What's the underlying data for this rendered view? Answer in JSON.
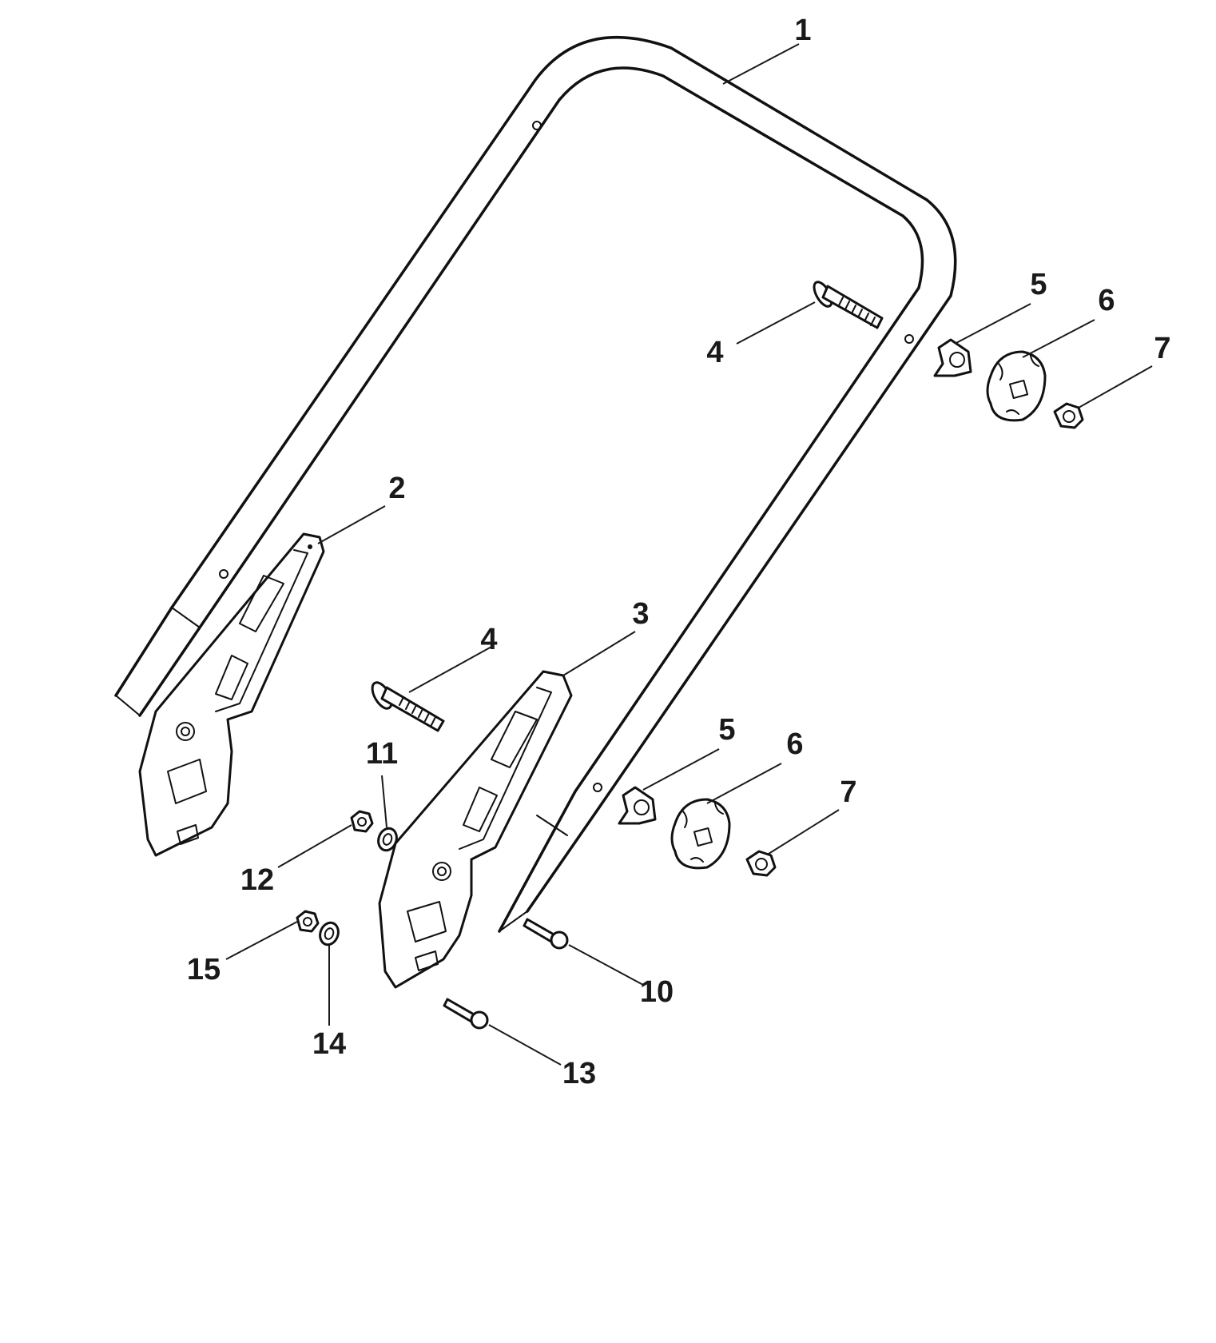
{
  "diagram": {
    "type": "exploded-parts-diagram",
    "accent_color": "#1a1a1a",
    "callouts": [
      {
        "id": "c1",
        "label": "1"
      },
      {
        "id": "c2",
        "label": "2"
      },
      {
        "id": "c3",
        "label": "3"
      },
      {
        "id": "c4a",
        "label": "4"
      },
      {
        "id": "c4b",
        "label": "4"
      },
      {
        "id": "c5a",
        "label": "5"
      },
      {
        "id": "c5b",
        "label": "5"
      },
      {
        "id": "c6a",
        "label": "6"
      },
      {
        "id": "c6b",
        "label": "6"
      },
      {
        "id": "c7a",
        "label": "7"
      },
      {
        "id": "c7b",
        "label": "7"
      },
      {
        "id": "c10",
        "label": "10"
      },
      {
        "id": "c11",
        "label": "11"
      },
      {
        "id": "c12",
        "label": "12"
      },
      {
        "id": "c13",
        "label": "13"
      },
      {
        "id": "c14",
        "label": "14"
      },
      {
        "id": "c15",
        "label": "15"
      }
    ]
  }
}
